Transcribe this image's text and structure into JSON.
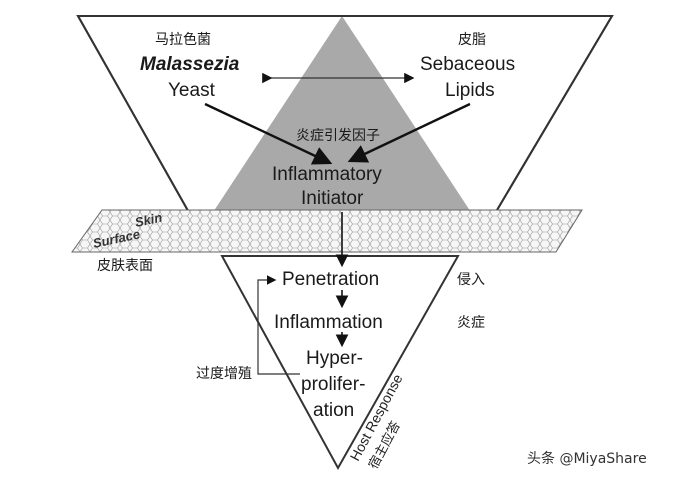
{
  "top": {
    "left_zh": "马拉色菌",
    "left_en_1": "Malassezia",
    "left_en_2": "Yeast",
    "right_zh": "皮脂",
    "right_en_1": "Sebaceous",
    "right_en_2": "Lipids",
    "center_zh": "炎症引发因子",
    "center_en_1": "Inflammatory",
    "center_en_2": "Initiator"
  },
  "skin": {
    "label_1": "Skin",
    "label_2": "Surface",
    "label_zh": "皮肤表面"
  },
  "bottom": {
    "step_1": "Penetration",
    "step_1_zh": "侵入",
    "step_2": "Inflammation",
    "step_2_zh": "炎症",
    "step_3_1": "Hyper-",
    "step_3_2": "prolifer-",
    "step_3_3": "ation",
    "step_3_zh": "过度增殖",
    "side_en": "Host Response",
    "side_zh": "宿主应答"
  },
  "watermark": "头条 @MiyaShare",
  "colors": {
    "shade": "#a9a9a9",
    "outline": "#333333",
    "mesh": "#f4f4f4"
  }
}
